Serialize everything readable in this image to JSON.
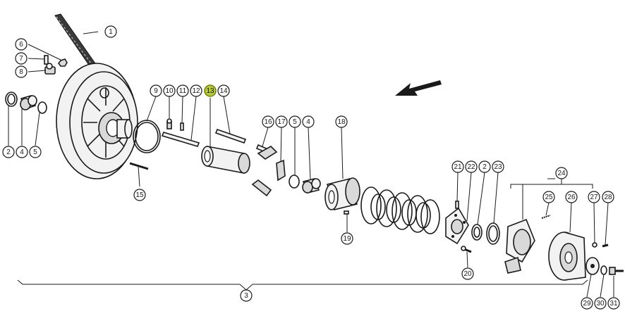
{
  "highlight_color": "#b5c93a",
  "callouts": [
    {
      "number": "1",
      "highlighted": false
    },
    {
      "number": "6",
      "highlighted": false
    },
    {
      "number": "7",
      "highlighted": false
    },
    {
      "number": "8",
      "highlighted": false
    },
    {
      "number": "2",
      "highlighted": false
    },
    {
      "number": "4",
      "highlighted": false
    },
    {
      "number": "5",
      "highlighted": false
    },
    {
      "number": "9",
      "highlighted": false
    },
    {
      "number": "10",
      "highlighted": false
    },
    {
      "number": "11",
      "highlighted": false
    },
    {
      "number": "12",
      "highlighted": false
    },
    {
      "number": "13",
      "highlighted": true
    },
    {
      "number": "14",
      "highlighted": false
    },
    {
      "number": "15",
      "highlighted": false
    },
    {
      "number": "16",
      "highlighted": false
    },
    {
      "number": "17",
      "highlighted": false
    },
    {
      "number": "5",
      "highlighted": false
    },
    {
      "number": "4",
      "highlighted": false
    },
    {
      "number": "18",
      "highlighted": false
    },
    {
      "number": "19",
      "highlighted": false
    },
    {
      "number": "21",
      "highlighted": false
    },
    {
      "number": "22",
      "highlighted": false
    },
    {
      "number": "2",
      "highlighted": false
    },
    {
      "number": "23",
      "highlighted": false
    },
    {
      "number": "20",
      "highlighted": false
    },
    {
      "number": "24",
      "highlighted": false
    },
    {
      "number": "25",
      "highlighted": false
    },
    {
      "number": "26",
      "highlighted": false
    },
    {
      "number": "27",
      "highlighted": false
    },
    {
      "number": "28",
      "highlighted": false
    },
    {
      "number": "29",
      "highlighted": false
    },
    {
      "number": "30",
      "highlighted": false
    },
    {
      "number": "31",
      "highlighted": false
    },
    {
      "number": "3",
      "highlighted": false
    }
  ]
}
